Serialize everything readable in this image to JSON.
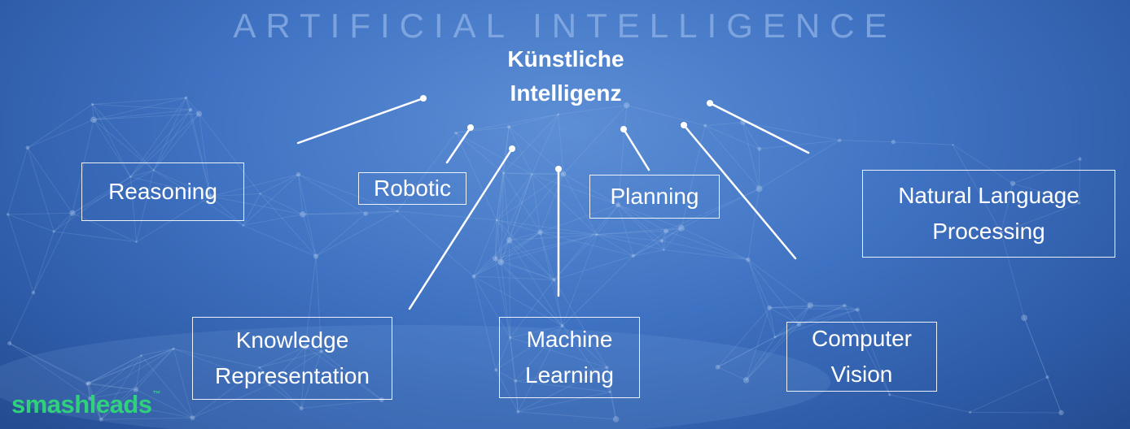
{
  "headline": "ARTIFICIAL INTELLIGENCE",
  "center": {
    "line1": "Künstliche",
    "line2": "Intelligenz"
  },
  "nodes": {
    "reasoning": "Reasoning",
    "robotic": "Robotic",
    "planning": "Planning",
    "nlp": "Natural Language\nProcessing",
    "knowledge": "Knowledge\nRepresentation",
    "machine_learning": "Machine\nLearning",
    "computer_vision": "Computer\nVision"
  },
  "logo": {
    "text": "smashleads",
    "trademark": "™"
  },
  "colors": {
    "logo": "#2fd27a",
    "line": "#ffffff",
    "background": "#3f72c2"
  }
}
